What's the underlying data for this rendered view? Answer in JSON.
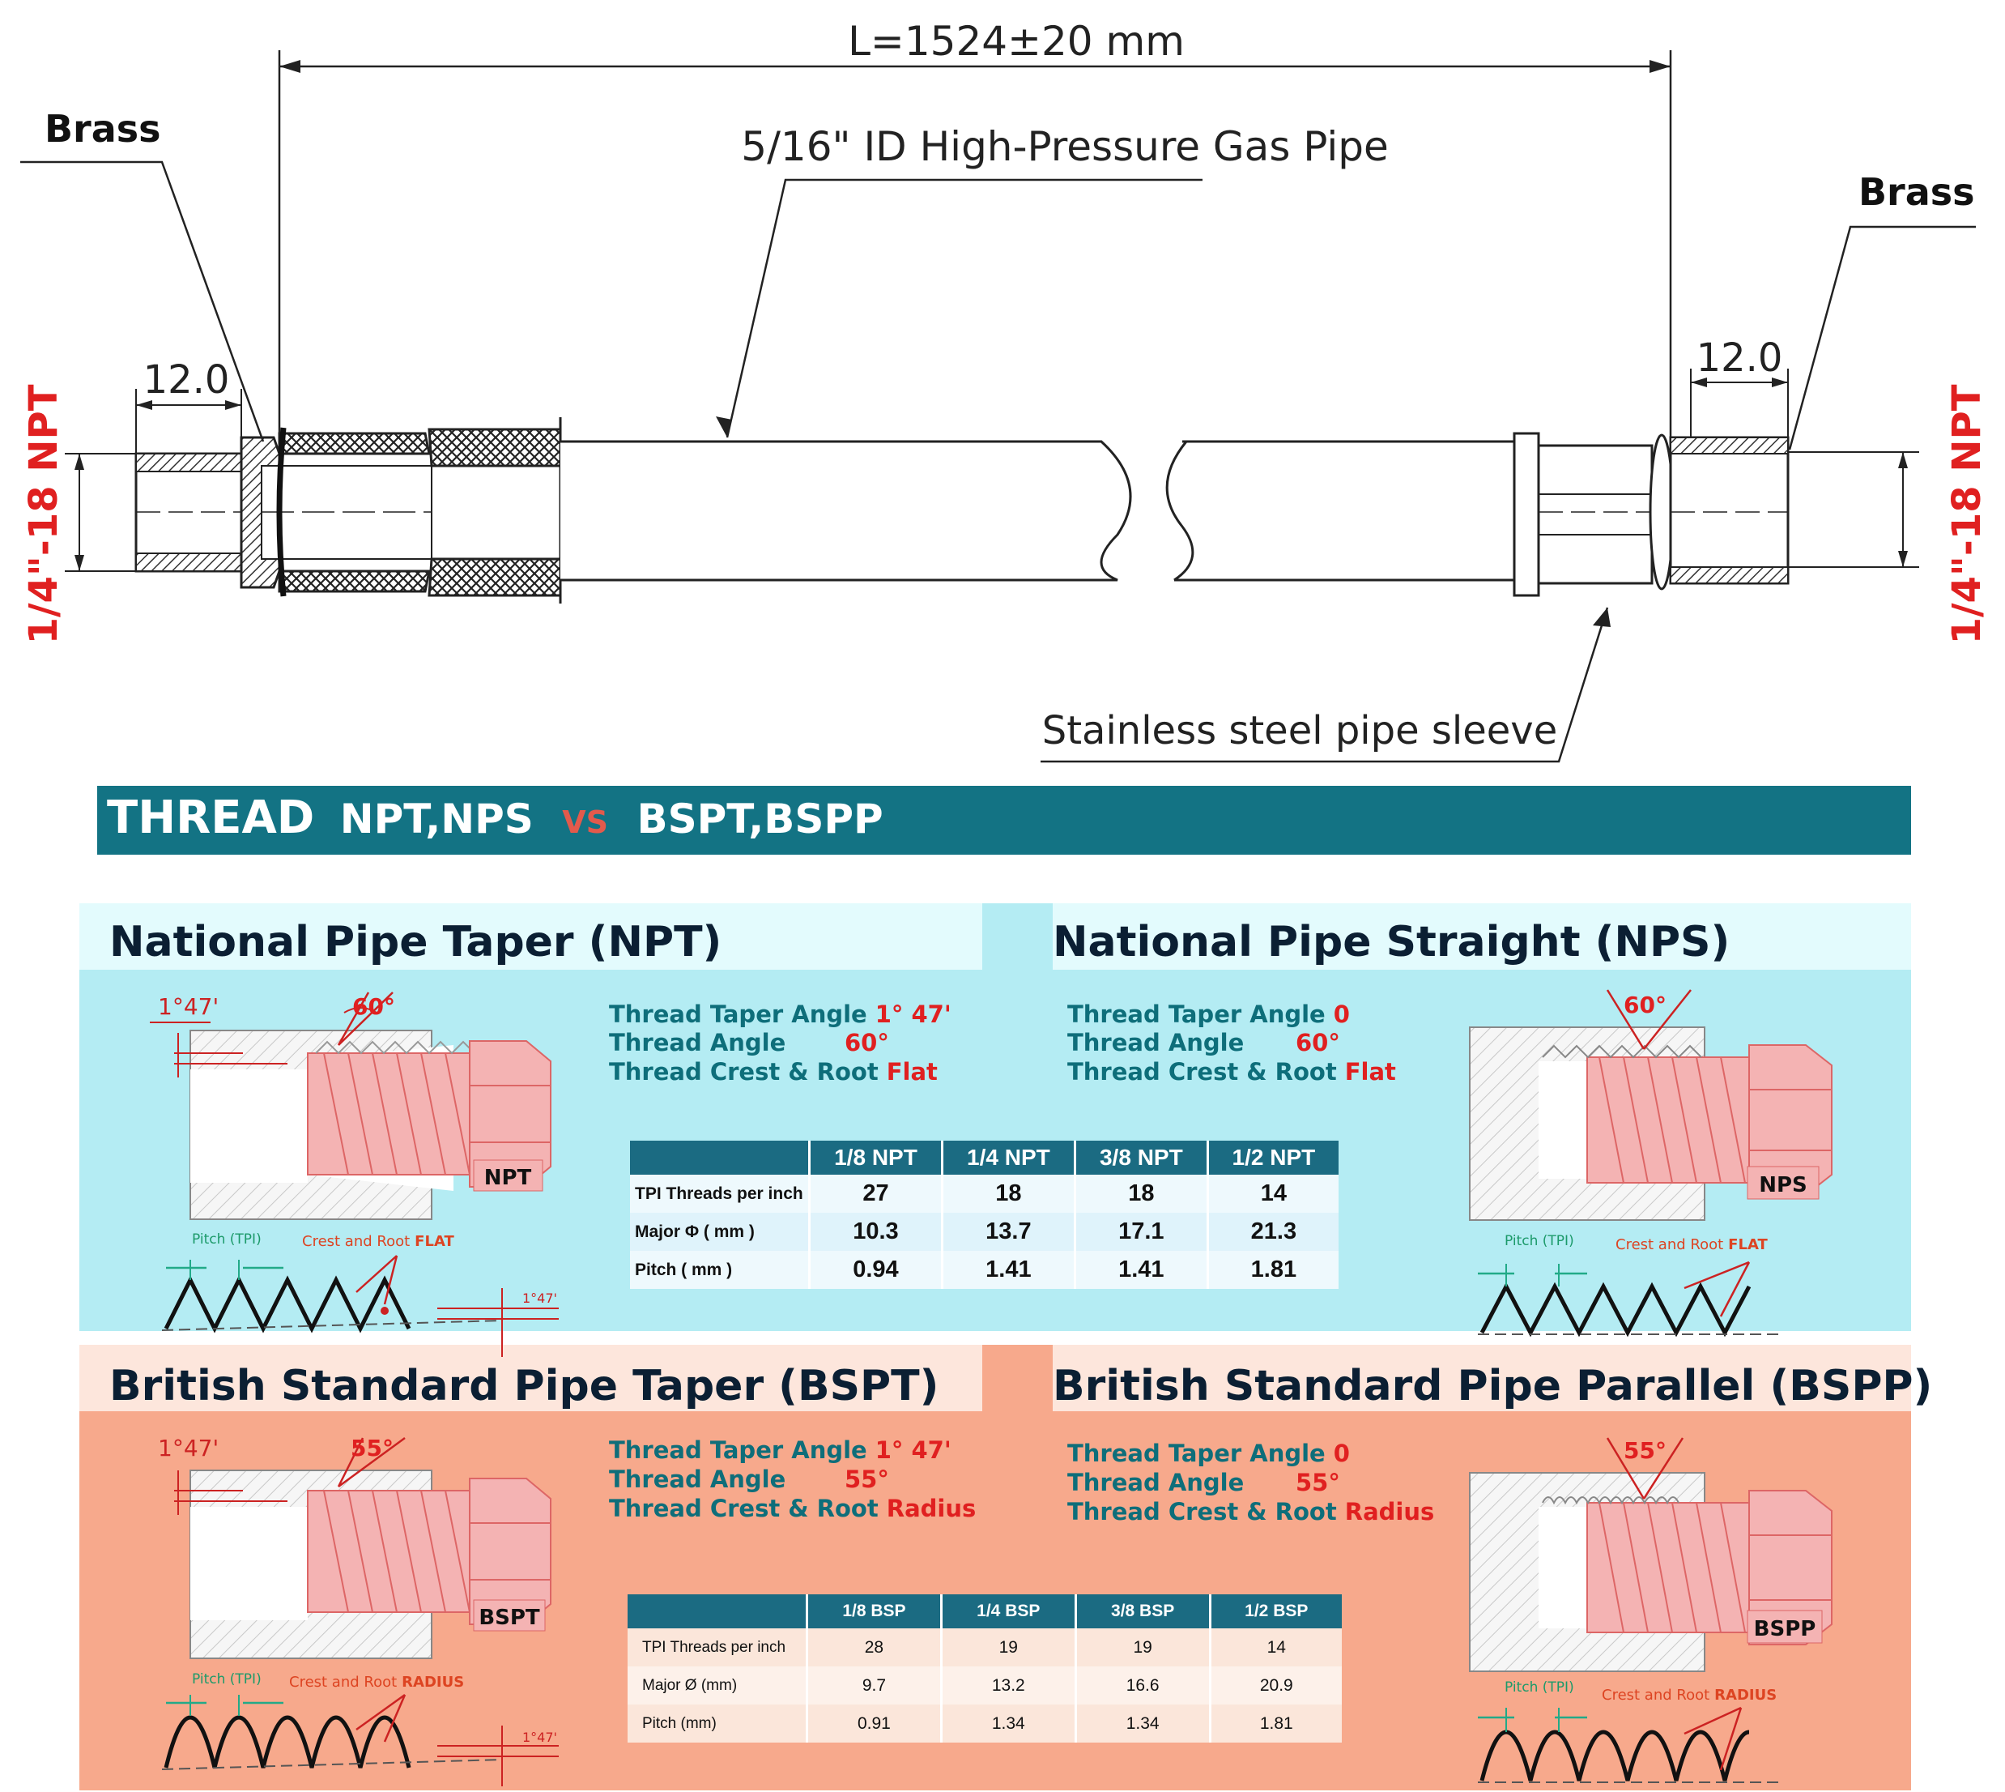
{
  "drawing": {
    "length_label": "L=1524±20 mm",
    "pipe_label": "5/16\" ID High-Pressure Gas Pipe",
    "brass_left": "Brass",
    "brass_right": "Brass",
    "dim_left": "12.0",
    "dim_right": "12.0",
    "thread_left": "1/4\"-18 NPT",
    "thread_right": "1/4\"-18 NPT",
    "sleeve_label": "Stainless steel pipe sleeve"
  },
  "banner": {
    "part1": "THREAD",
    "part2": "NPT,NPS",
    "part3": "VS",
    "part4": "BSPT,BSPP"
  },
  "npt": {
    "title": "National Pipe Taper (NPT)",
    "taper_angle_label": "Thread Taper Angle",
    "taper_angle_value": "1° 47'",
    "thread_angle_label": "Thread Angle",
    "thread_angle_value": "60°",
    "crest_label": "Thread Crest & Root",
    "crest_value": "Flat",
    "angle_mark": "60°",
    "taper_mark": "1°47'",
    "part_tag": "NPT",
    "pitch_label": "Pitch (TPI)",
    "crest_note": "Crest and Root",
    "crest_note_value": "FLAT",
    "small_angle": "1°47'"
  },
  "nps": {
    "title": "National Pipe Straight (NPS)",
    "taper_angle_label": "Thread Taper Angle",
    "taper_angle_value": "0",
    "thread_angle_label": "Thread Angle",
    "thread_angle_value": "60°",
    "crest_label": "Thread Crest & Root",
    "crest_value": "Flat",
    "angle_mark": "60°",
    "part_tag": "NPS",
    "pitch_label": "Pitch (TPI)",
    "crest_note": "Crest and Root",
    "crest_note_value": "FLAT"
  },
  "bspt": {
    "title": "British Standard Pipe Taper (BSPT)",
    "taper_angle_label": "Thread Taper Angle",
    "taper_angle_value": "1° 47'",
    "thread_angle_label": "Thread Angle",
    "thread_angle_value": "55°",
    "crest_label": "Thread Crest & Root",
    "crest_value": "Radius",
    "angle_mark": "55°",
    "taper_mark": "1°47'",
    "part_tag": "BSPT",
    "pitch_label": "Pitch (TPI)",
    "crest_note": "Crest and Root",
    "crest_note_value": "RADIUS",
    "small_angle": "1°47'"
  },
  "bspp": {
    "title": "British Standard Pipe Parallel (BSPP)",
    "taper_angle_label": "Thread Taper Angle",
    "taper_angle_value": "0",
    "thread_angle_label": "Thread Angle",
    "thread_angle_value": "55°",
    "crest_label": "Thread Crest & Root",
    "crest_value": "Radius",
    "angle_mark": "55°",
    "part_tag": "BSPP",
    "pitch_label": "Pitch (TPI)",
    "crest_note": "Crest and Root",
    "crest_note_value": "RADIUS"
  },
  "npt_table": {
    "headers": [
      "",
      "1/8 NPT",
      "1/4 NPT",
      "3/8 NPT",
      "1/2 NPT"
    ],
    "rows": [
      [
        "TPI Threads per inch",
        "27",
        "18",
        "18",
        "14"
      ],
      [
        "Major Φ ( mm )",
        "10.3",
        "13.7",
        "17.1",
        "21.3"
      ],
      [
        "Pitch ( mm )",
        "0.94",
        "1.41",
        "1.41",
        "1.81"
      ]
    ]
  },
  "bsp_table": {
    "headers": [
      "",
      "1/8 BSP",
      "1/4 BSP",
      "3/8 BSP",
      "1/2 BSP"
    ],
    "rows": [
      [
        "TPI Threads per inch",
        "28",
        "19",
        "19",
        "14"
      ],
      [
        "Major Ø (mm)",
        "9.7",
        "13.2",
        "16.6",
        "20.9"
      ],
      [
        "Pitch (mm)",
        "0.91",
        "1.34",
        "1.34",
        "1.81"
      ]
    ]
  },
  "colors": {
    "teal": "#0e6e7a",
    "red": "#e02020",
    "banner": "#137384",
    "npt_bg": "#b4ecf3",
    "bsp_bg": "#f7a98c",
    "thread_pink": "#f4b3b3"
  }
}
